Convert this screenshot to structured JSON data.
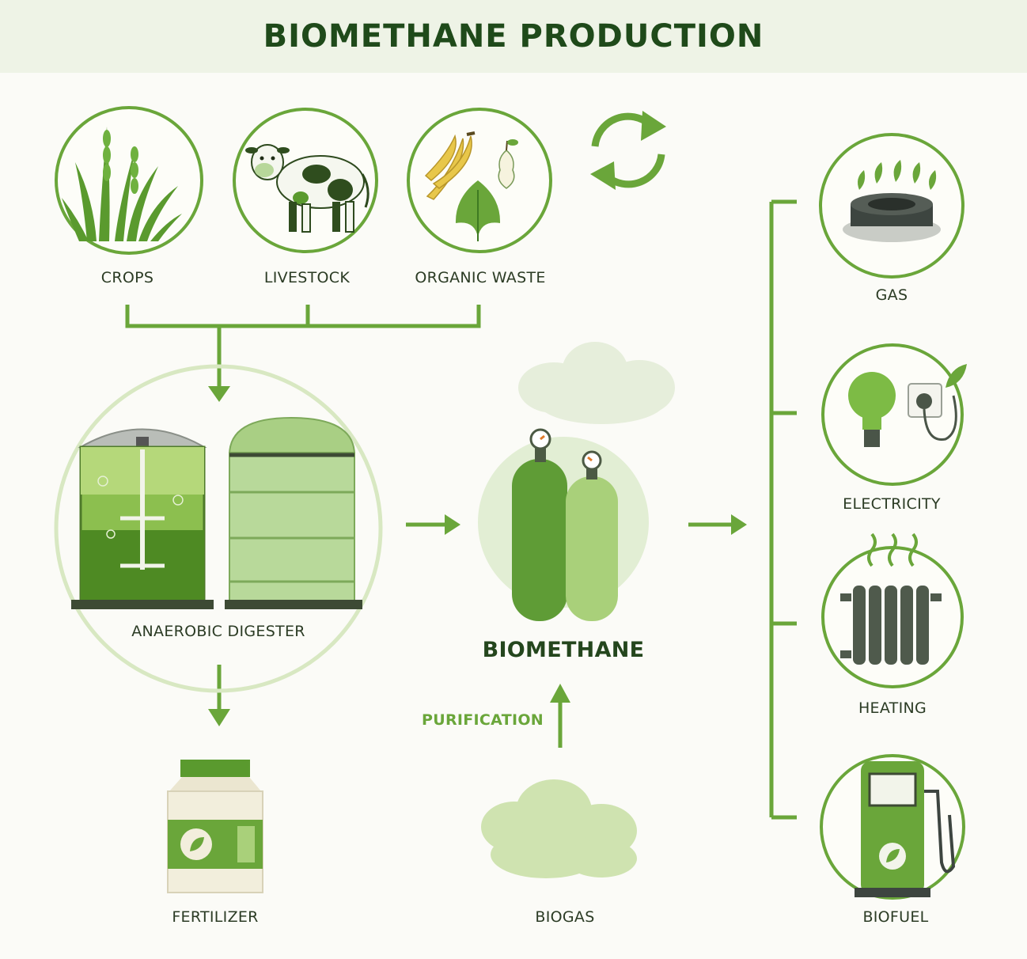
{
  "title": "BIOMETHANE PRODUCTION",
  "colors": {
    "primary_green": "#6aa63a",
    "dark_green": "#2f6a1f",
    "light_green": "#cfe3b0",
    "header_bg": "#eef3e6",
    "background": "#fbfbf7"
  },
  "inputs": {
    "crops": {
      "label": "CROPS",
      "icon": "grass-icon"
    },
    "livestock": {
      "label": "LIVESTOCK",
      "icon": "cow-icon"
    },
    "organic_waste": {
      "label": "ORGANIC WASTE",
      "icon": "food-waste-icon"
    }
  },
  "process": {
    "digester": {
      "label": "ANAEROBIC DIGESTER",
      "icon": "digester-tanks-icon"
    },
    "biomethane": {
      "label": "BIOMETHANE",
      "icon": "gas-cylinders-icon"
    },
    "purification": {
      "label": "PURIFICATION"
    },
    "biogas": {
      "label": "BIOGAS",
      "icon": "gas-cloud-icon"
    },
    "fertilizer": {
      "label": "FERTILIZER",
      "icon": "fertilizer-bag-icon"
    }
  },
  "outputs": {
    "gas": {
      "label": "GAS",
      "icon": "gas-burner-icon"
    },
    "electricity": {
      "label": "ELECTRICITY",
      "icon": "light-bulb-icon"
    },
    "heating": {
      "label": "HEATING",
      "icon": "radiator-icon"
    },
    "biofuel": {
      "label": "BIOFUEL",
      "icon": "fuel-pump-icon"
    }
  },
  "cycle_icon": "recycle-arrows-icon"
}
